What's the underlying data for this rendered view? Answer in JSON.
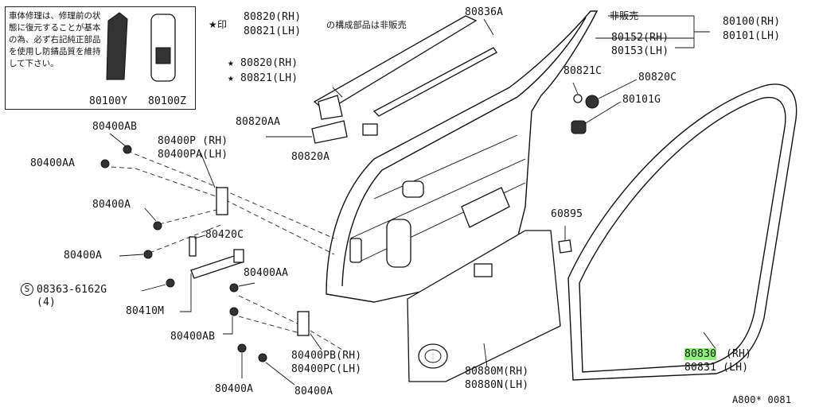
{
  "note_box": {
    "text": "車体修理は、修理前の状態に復元することが基本の為、必ず右記純正部品を使用し防錆品質を維持して下さい。",
    "part_left": "80100Y",
    "part_right": "80100Z"
  },
  "header_note": {
    "star": "★印",
    "line1": "80820(RH)",
    "line2": "80821(LH)",
    "suffix": "の構成部品は非販売"
  },
  "labels": {
    "p80836A": "80836A",
    "hi_hanbai": "非販売",
    "p80100": "80100(RH)",
    "p80101": "80101(LH)",
    "p80152": "80152(RH)",
    "p80153": "80153(LH)",
    "star80820": "★ 80820(RH)",
    "star80821": "★ 80821(LH)",
    "p80821C": "80821C",
    "p80820C": "80820C",
    "p80101G": "80101G",
    "p80820AA": "80820AA",
    "p80820A": "80820A",
    "p80400AB_top": "80400AB",
    "p80400P": "80400P  (RH)",
    "p80400PA": "80400PA(LH)",
    "p80400AA_left": "80400AA",
    "p80400A_1": "80400A",
    "p80420C": "80420C",
    "p80400A_2": "80400A",
    "p60895": "60895",
    "screw_code": "08363-6162G",
    "screw_qty": "(4)",
    "screw_symbol": "S",
    "p80400AA_mid": "80400AA",
    "p80410M": "80410M",
    "p80400AB_bot": "80400AB",
    "p80400PB": "80400PB(RH)",
    "p80400PC": "80400PC(LH)",
    "p80400A_3": "80400A",
    "p80400A_4": "80400A",
    "p80880M": "80880M(RH)",
    "p80880N": "80880N(LH)",
    "p80830": "80830",
    "p80830_side": "(RH)",
    "p80831": "80831 (LH)",
    "diagram_code": "A800* 0081"
  },
  "colors": {
    "highlight": "#8ef27a"
  }
}
